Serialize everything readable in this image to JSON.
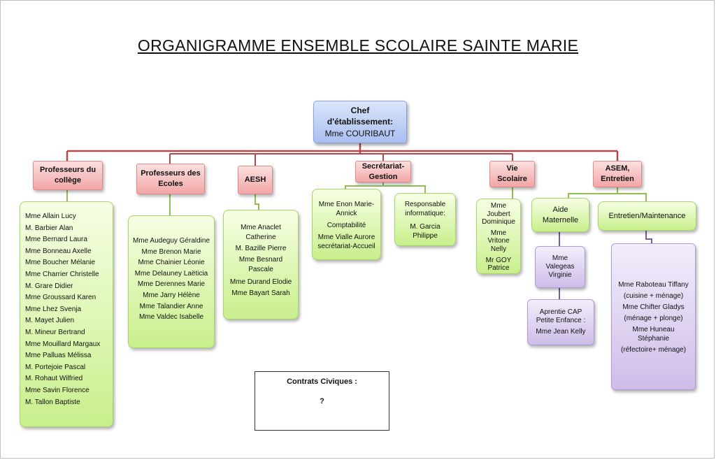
{
  "title": "ORGANIGRAMME ENSEMBLE SCOLAIRE SAINTE MARIE",
  "colors": {
    "top": "#a9bff0",
    "category": "#f2a6a6",
    "members": "#c9ef8c",
    "sub": "#cdbde8",
    "connector_red": "#b5474b",
    "connector_green": "#8fbf4f",
    "connector_purple": "#7a5aa8"
  },
  "chef": {
    "label1": "Chef",
    "label2": "d'établissement:",
    "name": "Mme COURIBAUT"
  },
  "categories": [
    {
      "label1": "Professeurs du",
      "label2": "collège"
    },
    {
      "label1": "Professeurs des",
      "label2": "Ecoles"
    },
    {
      "label1": "AESH",
      "label2": ""
    },
    {
      "label1": "Secrétariat-",
      "label2": "Gestion"
    },
    {
      "label1": "Vie",
      "label2": "Scolaire"
    },
    {
      "label1": "ASEM,",
      "label2": "Entretien"
    }
  ],
  "college": [
    "Mme Allain Lucy",
    "M. Barbier Alan",
    "Mme Bernard Laura",
    "Mme Bonneau Axelle",
    "Mme Boucher  Mélanie",
    "Mme Charrier Christelle",
    "M. Grare Didier",
    "Mme Groussard Karen",
    "Mme Lhez Svenja",
    "M. Mayet Julien",
    "M. Mineur Bertrand",
    "Mme Mouillard Margaux",
    "Mme Palluas Mélissa",
    "M. Portejoie Pascal",
    "M. Rohaut Wilfried",
    "Mme Savin  Florence",
    "M. Tallon Baptiste"
  ],
  "ecoles": [
    "Mme Audeguy Géraldine",
    "Mme Brenon Marie",
    "Mme Chainier Léonie",
    "Mme Delauney  Laëticia",
    "Mme Derennes Marie",
    "Mme Jarry Hélène",
    "Mme Talandier  Anne",
    "Mme Valdec Isabelle"
  ],
  "aesh": [
    "Mme Anaclet",
    "Catherine",
    "M. Bazille Pierre",
    "Mme Besnard",
    "Pascale",
    "Mme Durand Elodie",
    "Mme Bayart Sarah"
  ],
  "secretariat": [
    "Mme Enon Marie-",
    "Annick",
    "Comptabilité",
    "Mme Vialle Aurore",
    "secrétariat-Accueil"
  ],
  "informatique": [
    "Responsable",
    "informatique:",
    "M. Garcia",
    "Philippe"
  ],
  "vie_scolaire": [
    "Mme",
    "Joubert",
    "Dominique",
    "Mme",
    "Vritone",
    "Nelly",
    "Mr GOY",
    "Patrice"
  ],
  "aide": {
    "label1": "Aide",
    "label2": "Maternelle"
  },
  "entretien_label": "Entretien/Maintenance",
  "valegeas": [
    "Mme",
    "Valegeas",
    "Virginie"
  ],
  "apprentie": [
    "Aprentie CAP",
    "Petite Enfance :",
    "Mme Jean Kelly"
  ],
  "entretien_staff": [
    "Mme Raboteau  Tiffany",
    "(cuisine + ménage)",
    "Mme Chifter Gladys",
    "(ménage + plonge)",
    "Mme Huneau",
    "Stéphanie",
    "(réfectoire+ ménage)"
  ],
  "civic": {
    "heading": "Contrats Civiques :",
    "value": "?"
  }
}
